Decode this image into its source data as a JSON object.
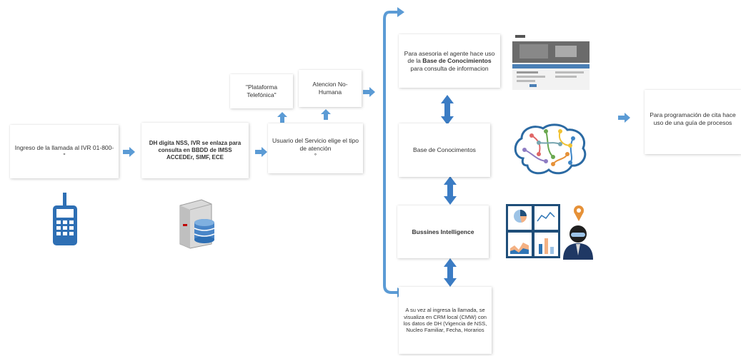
{
  "boxes": {
    "ivr": "Ingreso de la llamada al IVR 01-800-\"",
    "nss_pre": "DH digita NSS, IVR se enlaza para consulta en BBDD de IMSS ACCEDEr, SIMF, ECE",
    "plataforma": "\"Plataforma Telefónica\"",
    "atencion_no_humana": "Atencion No-Humana",
    "usuario": "Usuario del Servicio elige el tipo de atención",
    "usuario_tail": "°",
    "asesoria_pre": "Para asesoria el agente hace uso de la ",
    "asesoria_bold": "Base de Conocimientos",
    "asesoria_post": " para consulta de informacion",
    "base_conocimientos": "Base de Conocimentos",
    "bussines": "Bussines Intelligence",
    "crm": "A su vez al ingresa la llamada, se visualiza en CRM local (CMW) con los datos de DH (Vigencia de NSS, Nucleo Familiar, Fecha, Horarios",
    "programacion": "Para programación de cita hace uso de una guía de procesos"
  },
  "icons": [
    "phone-icon",
    "server-icon",
    "website-thumbnail",
    "brain-icon",
    "bi-dashboard-icon",
    "agent-icon"
  ],
  "colors": {
    "arrow": "#5b9bd5",
    "phone": "#2e6fb4",
    "brain": "#2b6aa3"
  }
}
